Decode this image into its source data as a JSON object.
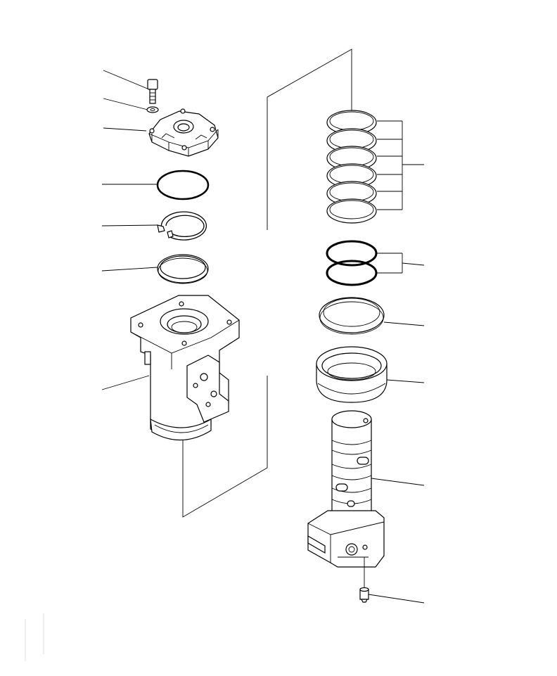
{
  "diagram": {
    "kind": "exploded-parts-view",
    "left_callouts": [
      "bolt",
      "washer",
      "cover",
      "o-ring",
      "snap-ring",
      "seal-ring",
      "body"
    ],
    "right_callouts": [
      "seal-rings",
      "o-rings",
      "ring",
      "dust-seal",
      "shaft",
      "grease-fitting"
    ]
  }
}
